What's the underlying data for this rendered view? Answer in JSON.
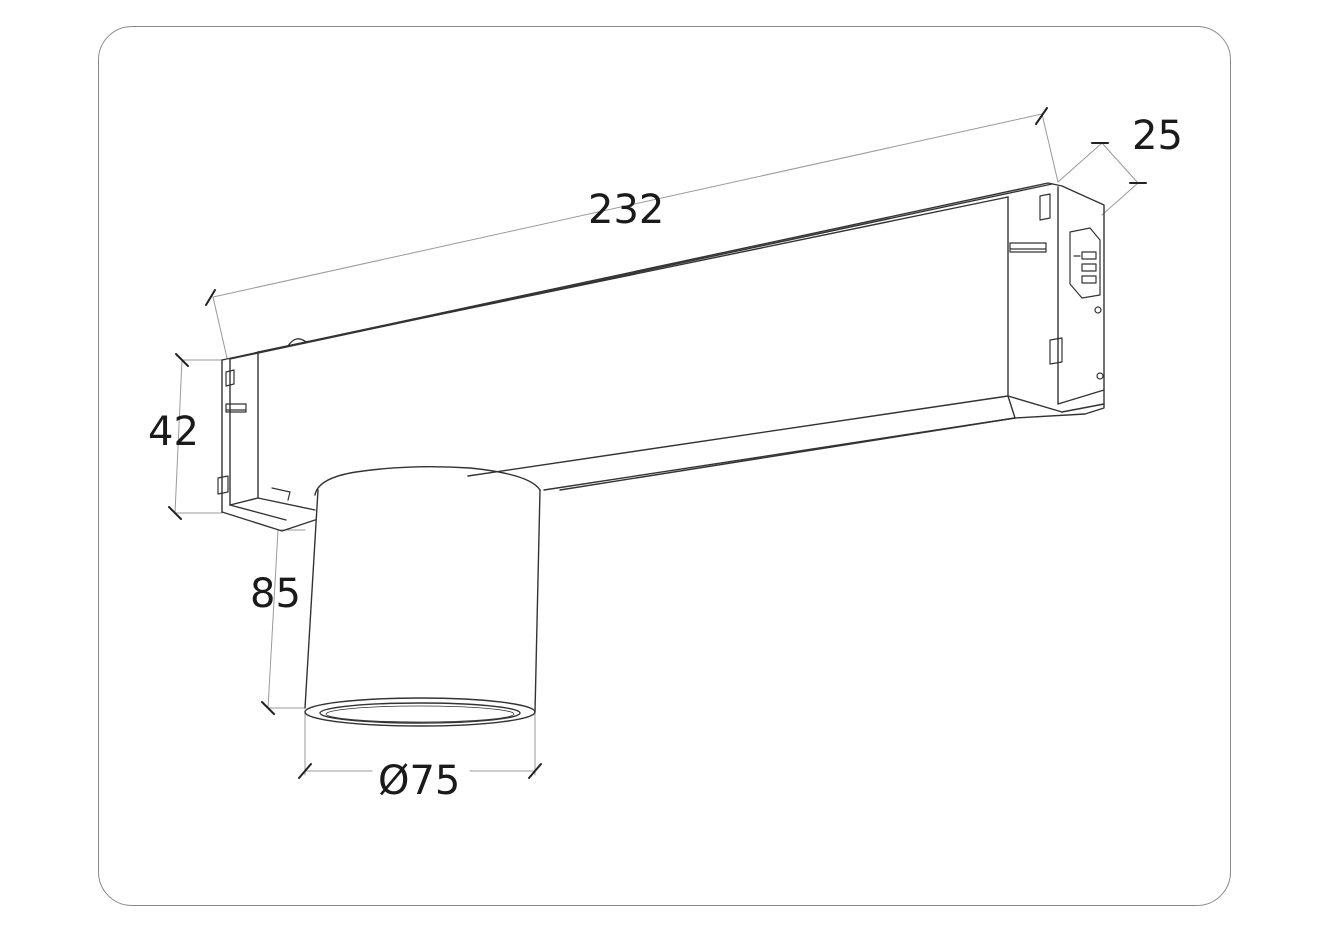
{
  "dimensions": {
    "length": "232",
    "width": "25",
    "track_height": "42",
    "lamp_height": "85",
    "diameter": "Ø75"
  },
  "colors": {
    "line": "#333333",
    "dimension_line": "#9a9a9a",
    "frame": "#8a8a8a",
    "background": "#ffffff"
  }
}
